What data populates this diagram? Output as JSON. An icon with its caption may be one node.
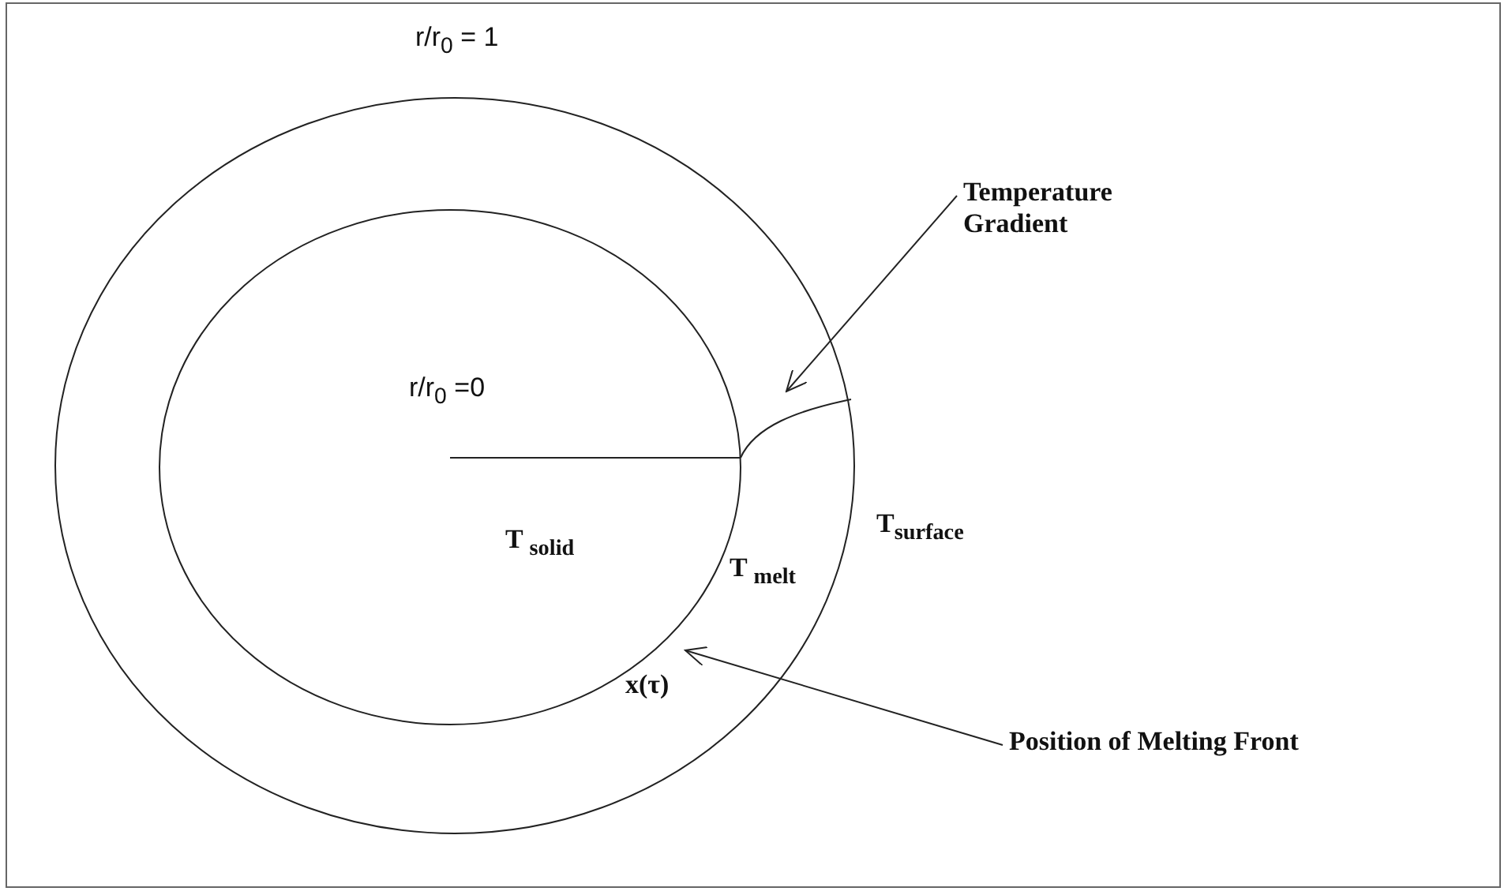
{
  "diagram": {
    "nodes": [
      {
        "text": [
          "Temperature Gradient"
        ]
      },
      {
        "text": [
          "Position of Melting Front"
        ]
      }
    ],
    "edges": [
      {
        "from": 0,
        "to": null,
        "arrow": "to"
      },
      {
        "from": 1,
        "to": null,
        "arrow": "to"
      }
    ],
    "labels": [
      "r/r$_{0}$  = 1",
      "r/r$_{0}$ =0",
      "T $_{solid}$",
      "T $_{melt}$",
      "T$_{surface}$",
      "x(τ)"
    ]
  }
}
